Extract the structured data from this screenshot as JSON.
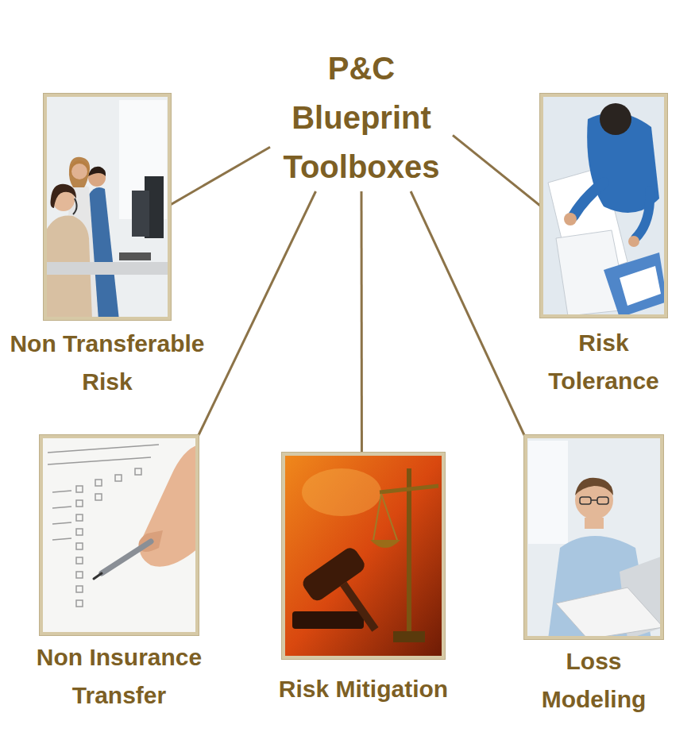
{
  "diagram": {
    "nodes": [
      {
        "text": [
          "P&C Blueprint Toolboxes"
        ]
      },
      {
        "text": [
          "Non Transferable Risk"
        ]
      },
      {
        "text": [
          "Risk Tolerance"
        ]
      },
      {
        "text": [
          "Non Insurance Transfer"
        ]
      },
      {
        "text": [
          "Risk Mitigation"
        ]
      },
      {
        "text": [
          "Loss Modeling"
        ]
      }
    ],
    "edges": [
      {
        "from": 0,
        "to": 1,
        "arrow": "none"
      },
      {
        "from": 0,
        "to": 2,
        "arrow": "none"
      },
      {
        "from": 0,
        "to": 3,
        "arrow": "none"
      },
      {
        "from": 0,
        "to": 4,
        "arrow": "none"
      },
      {
        "from": 0,
        "to": 5,
        "arrow": "none"
      }
    ]
  }
}
